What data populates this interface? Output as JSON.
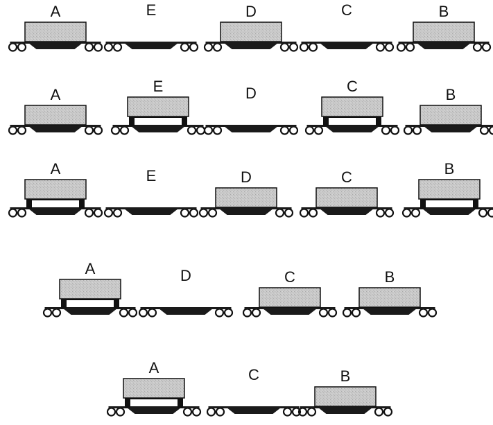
{
  "figure": {
    "description_free": true,
    "rows": [
      {
        "cars": [
          {
            "label": "A",
            "state": "loaded"
          },
          {
            "label": "E",
            "state": "empty"
          },
          {
            "label": "D",
            "state": "loaded"
          },
          {
            "label": "C",
            "state": "empty"
          },
          {
            "label": "B",
            "state": "loaded"
          }
        ]
      },
      {
        "cars": [
          {
            "label": "A",
            "state": "loaded"
          },
          {
            "label": "E",
            "state": "lifted"
          },
          {
            "label": "D",
            "state": "empty"
          },
          {
            "label": "C",
            "state": "lifted"
          },
          {
            "label": "B",
            "state": "loaded"
          }
        ]
      },
      {
        "cars": [
          {
            "label": "A",
            "state": "lifted"
          },
          {
            "label": "E",
            "state": "empty"
          },
          {
            "label": "D",
            "state": "loaded"
          },
          {
            "label": "C",
            "state": "loaded"
          },
          {
            "label": "B",
            "state": "lifted"
          }
        ]
      },
      {
        "cars": [
          {
            "label": "A",
            "state": "lifted"
          },
          {
            "label": "D",
            "state": "empty"
          },
          {
            "label": "C",
            "state": "loaded"
          },
          {
            "label": "B",
            "state": "loaded"
          }
        ]
      },
      {
        "cars": [
          {
            "label": "A",
            "state": "lifted"
          },
          {
            "label": "C",
            "state": "empty"
          },
          {
            "label": "B",
            "state": "loaded"
          }
        ]
      }
    ],
    "colors": {
      "container": "#c8c8c8",
      "frame": "#111111",
      "deck": "#1a1a1a"
    }
  }
}
